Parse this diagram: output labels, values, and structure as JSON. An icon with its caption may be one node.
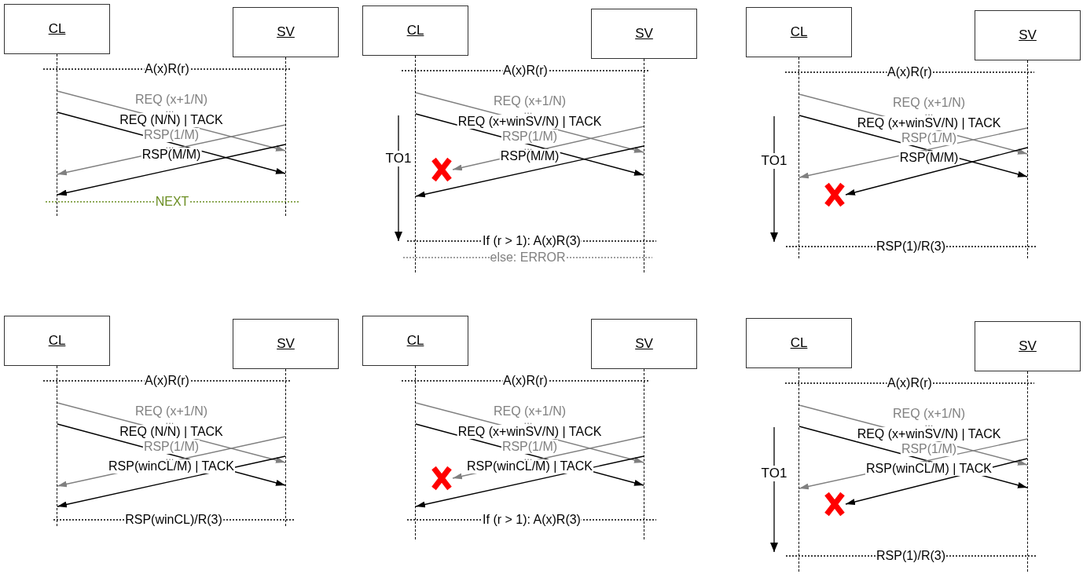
{
  "diagram": {
    "nodes": [
      {
        "text": [
          "CL"
        ]
      },
      {
        "text": [
          "SV"
        ]
      },
      {
        "text": [],
        "shape": "line"
      },
      {
        "text": [],
        "shape": "line"
      },
      {
        "text": [
          "CL"
        ]
      },
      {
        "text": [
          "SV"
        ]
      },
      {
        "text": [],
        "shape": "line"
      },
      {
        "text": [],
        "shape": "line"
      },
      {
        "text": [],
        "shape": "cross"
      },
      {
        "text": [
          "CL"
        ]
      },
      {
        "text": [
          "SV"
        ]
      },
      {
        "text": [],
        "shape": "line"
      },
      {
        "text": [],
        "shape": "line"
      },
      {
        "text": [],
        "shape": "cross"
      },
      {
        "text": [
          "CL"
        ]
      },
      {
        "text": [
          "SV"
        ]
      },
      {
        "text": [],
        "shape": "line"
      },
      {
        "text": [],
        "shape": "line"
      },
      {
        "text": [
          "CL"
        ]
      },
      {
        "text": [
          "SV"
        ]
      },
      {
        "text": [],
        "shape": "line"
      },
      {
        "text": [],
        "shape": "line"
      },
      {
        "text": [],
        "shape": "cross"
      },
      {
        "text": [
          "CL"
        ]
      },
      {
        "text": [
          "SV"
        ]
      },
      {
        "text": [],
        "shape": "line"
      },
      {
        "text": [],
        "shape": "line"
      },
      {
        "text": [],
        "shape": "cross"
      }
    ],
    "edges": [
      {
        "from": 2,
        "to": 3,
        "arrow": "to",
        "label": "REQ (x+1/N)",
        "color": "#808080"
      },
      {
        "from": 2,
        "to": 3,
        "arrow": "to",
        "label": "REQ (N/N) | TACK",
        "color": "#000000"
      },
      {
        "from": 3,
        "to": 2,
        "arrow": "to",
        "label": "RSP(1/M)",
        "color": "#808080"
      },
      {
        "from": 3,
        "to": 2,
        "arrow": "to",
        "label": "RSP(M/M)",
        "color": "#000000"
      },
      {
        "from": 6,
        "to": 7,
        "arrow": "to",
        "label": "REQ (x+1/N)",
        "color": "#808080"
      },
      {
        "from": 6,
        "to": 7,
        "arrow": "to",
        "label": "REQ (x+winSV/N) | TACK",
        "color": "#000000"
      },
      {
        "from": 7,
        "to": 8,
        "arrow": "to",
        "label": "RSP(1/M)",
        "color": "#808080"
      },
      {
        "from": 7,
        "to": 6,
        "arrow": "to",
        "label": "RSP(M/M)",
        "color": "#000000"
      },
      {
        "from": 11,
        "to": 12,
        "arrow": "to",
        "label": "REQ (x+1/N)",
        "color": "#808080"
      },
      {
        "from": 11,
        "to": 12,
        "arrow": "to",
        "label": "REQ (x+winSV/N) | TACK",
        "color": "#000000"
      },
      {
        "from": 12,
        "to": 11,
        "arrow": "to",
        "label": "RSP(1/M)",
        "color": "#808080"
      },
      {
        "from": 12,
        "to": 13,
        "arrow": "to",
        "label": "RSP(M/M)",
        "color": "#000000"
      },
      {
        "from": 16,
        "to": 17,
        "arrow": "to",
        "label": "REQ (x+1/N)",
        "color": "#808080"
      },
      {
        "from": 16,
        "to": 17,
        "arrow": "to",
        "label": "REQ (N/N) | TACK",
        "color": "#000000"
      },
      {
        "from": 17,
        "to": 16,
        "arrow": "to",
        "label": "RSP(1/M)",
        "color": "#808080"
      },
      {
        "from": 17,
        "to": 16,
        "arrow": "to",
        "label": "RSP(winCL/M) | TACK",
        "color": "#000000"
      },
      {
        "from": 20,
        "to": 21,
        "arrow": "to",
        "label": "REQ (x+1/N)",
        "color": "#808080"
      },
      {
        "from": 20,
        "to": 21,
        "arrow": "to",
        "label": "REQ (x+winSV/N) | TACK",
        "color": "#000000"
      },
      {
        "from": 21,
        "to": 22,
        "arrow": "to",
        "label": "RSP(1/M)",
        "color": "#808080"
      },
      {
        "from": 21,
        "to": 20,
        "arrow": "to",
        "label": "RSP(winCL/M) | TACK",
        "color": "#000000"
      },
      {
        "from": 25,
        "to": 26,
        "arrow": "to",
        "label": "REQ (x+1/N)",
        "color": "#808080"
      },
      {
        "from": 25,
        "to": 26,
        "arrow": "to",
        "label": "REQ (x+winSV/N) | TACK",
        "color": "#000000"
      },
      {
        "from": 26,
        "to": 25,
        "arrow": "to",
        "label": "RSP(1/M)",
        "color": "#808080"
      },
      {
        "from": 26,
        "to": 27,
        "arrow": "to",
        "label": "RSP(winCL/M) | TACK",
        "color": "#000000"
      }
    ],
    "labels": [
      "A(x)R(r)",
      "...",
      "...",
      "NEXT",
      "A(x)R(r)",
      "...",
      "...",
      "TO1",
      "If (r > 1): A(x)R(3)",
      "else: ERROR",
      "A(x)R(r)",
      "...",
      "...",
      "TO1",
      "RSP(1)/R(3)",
      "A(x)R(r)",
      "...",
      "...",
      "RSP(winCL)/R(3)",
      "A(x)R(r)",
      "...",
      "...",
      "If (r > 1): A(x)R(3)",
      "A(x)R(r)",
      "...",
      "...",
      "TO1",
      "RSP(1)/R(3)"
    ]
  }
}
